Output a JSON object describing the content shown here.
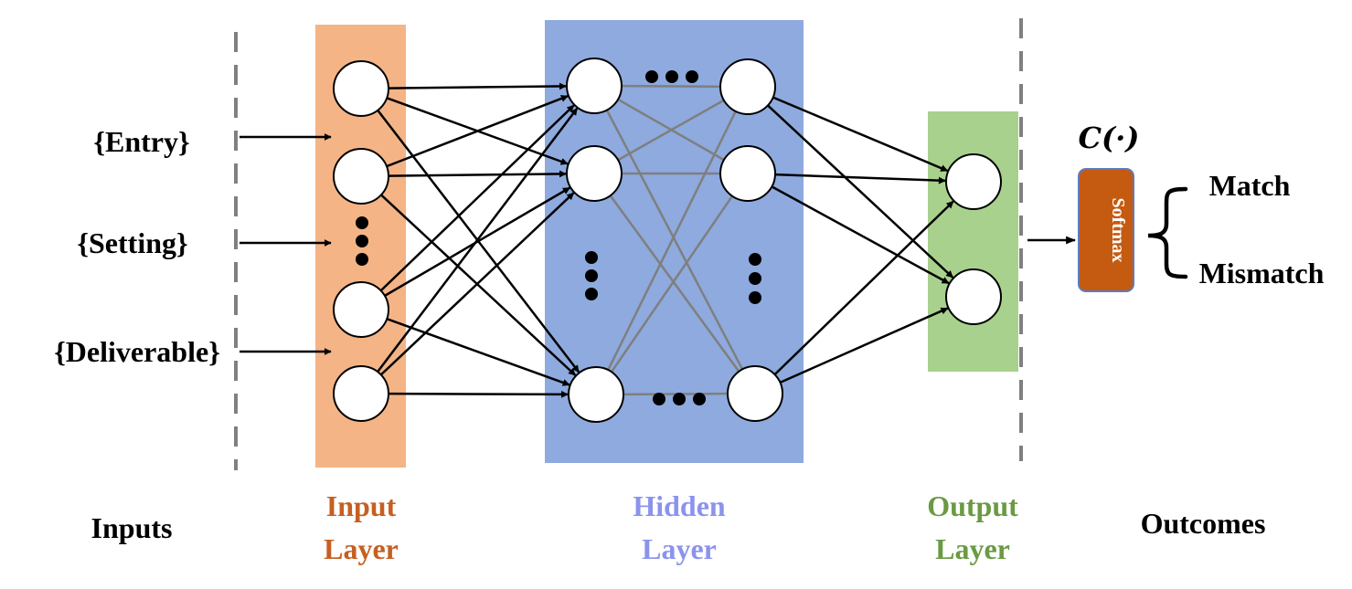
{
  "inputs": {
    "items": [
      "{Entry}",
      "{Setting}",
      "{Deliverable}"
    ],
    "caption": "Inputs"
  },
  "layers": {
    "input": {
      "line1": "Input",
      "line2": "Layer",
      "color": "#f4b486",
      "text_color": "#c65f21"
    },
    "hidden": {
      "line1": "Hidden",
      "line2": "Layer",
      "color": "#8eaade",
      "text_color": "#8b93ee"
    },
    "output": {
      "line1": "Output",
      "line2": "Layer",
      "color": "#a9d18e",
      "text_color": "#6a9a43"
    }
  },
  "classifier": {
    "symbol": "C(·)",
    "box_label": "Softmax",
    "box_color": "#c55a11",
    "box_border": "#5b7cc4"
  },
  "outcomes": {
    "items": [
      "Match",
      "Mismatch"
    ],
    "caption": "Outcomes"
  },
  "colors": {
    "edge_main": "#000000",
    "edge_inner": "#7f7f7f",
    "divider": "#808080"
  }
}
